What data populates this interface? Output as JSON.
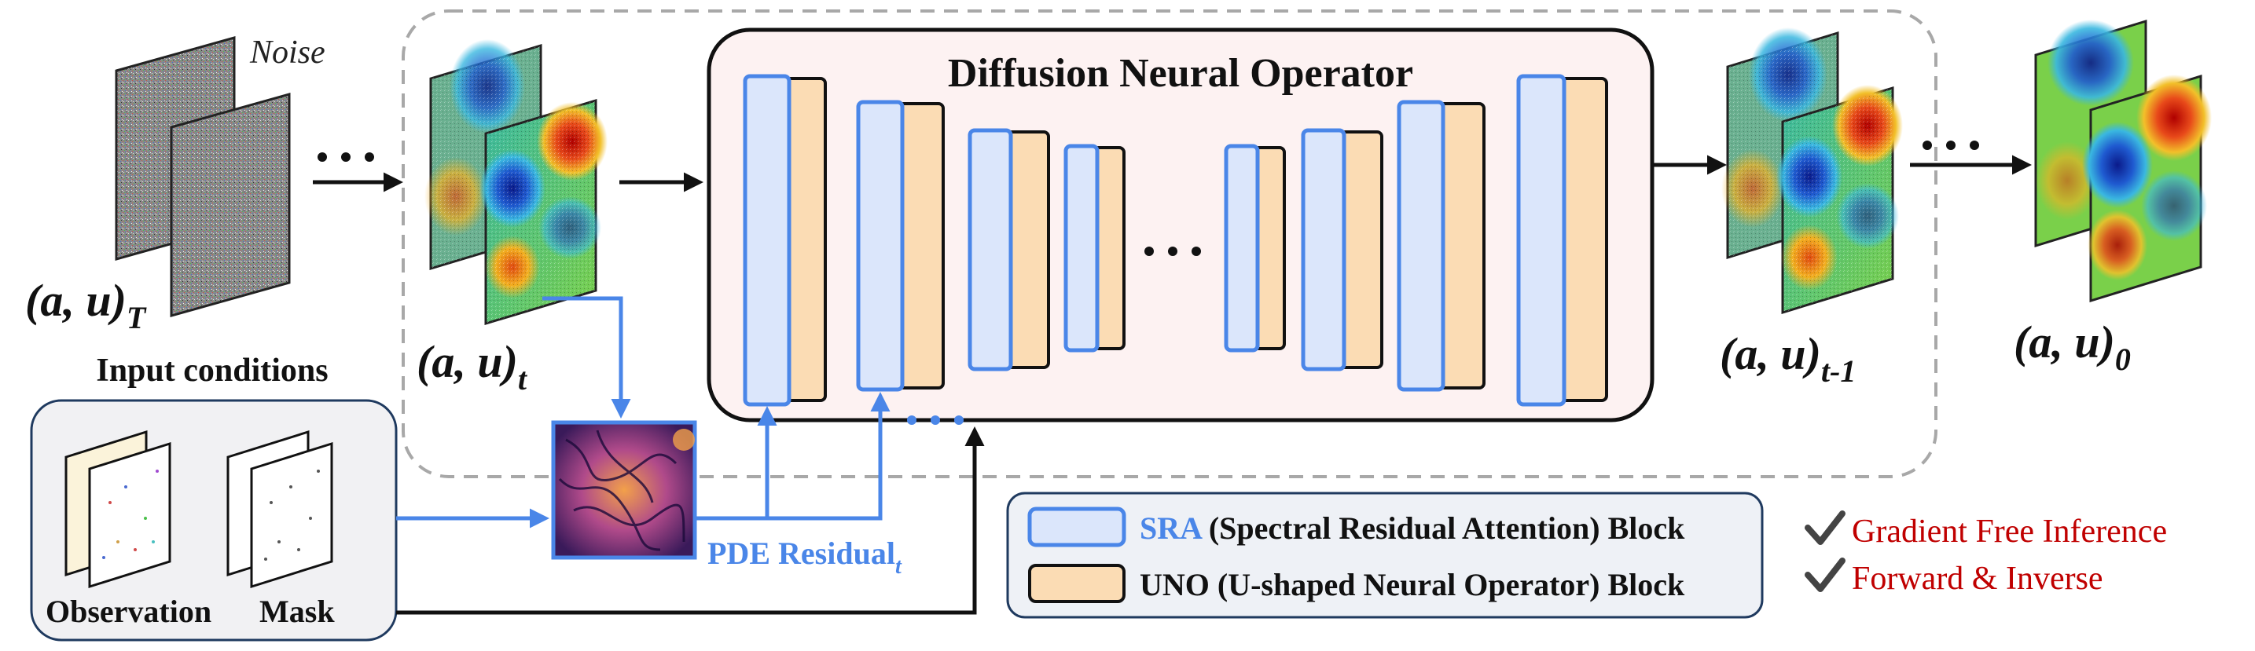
{
  "noise_label": "Noise",
  "state_T": {
    "base": "(a, u)",
    "sub": "T"
  },
  "state_t": {
    "base": "(a, u)",
    "sub": "t"
  },
  "state_t_minus_1": {
    "base": "(a, u)",
    "sub": "t-1"
  },
  "state_0": {
    "base": "(a, u)",
    "sub": "0"
  },
  "input_conditions": {
    "title": "Input conditions",
    "observation_label": "Observation",
    "mask_label": "Mask"
  },
  "operator_title": "Diffusion Neural Operator",
  "pde_residual": {
    "base": "PDE Residual",
    "sub": "t"
  },
  "legend": {
    "sra_abbr": "SRA",
    "sra_desc": " (Spectral Residual Attention) Block",
    "uno_desc": "UNO (U-shaped Neural Operator) Block"
  },
  "features": [
    "Gradient Free Inference",
    "Forward & Inverse"
  ],
  "colors": {
    "sra_fill": "#dbe6fb",
    "sra_stroke": "#4a86e8",
    "uno_fill": "#fbdcb4",
    "residual_blue": "#4a86e8",
    "feature_red": "#c00000",
    "dashed_gray": "#a8a8a8"
  }
}
